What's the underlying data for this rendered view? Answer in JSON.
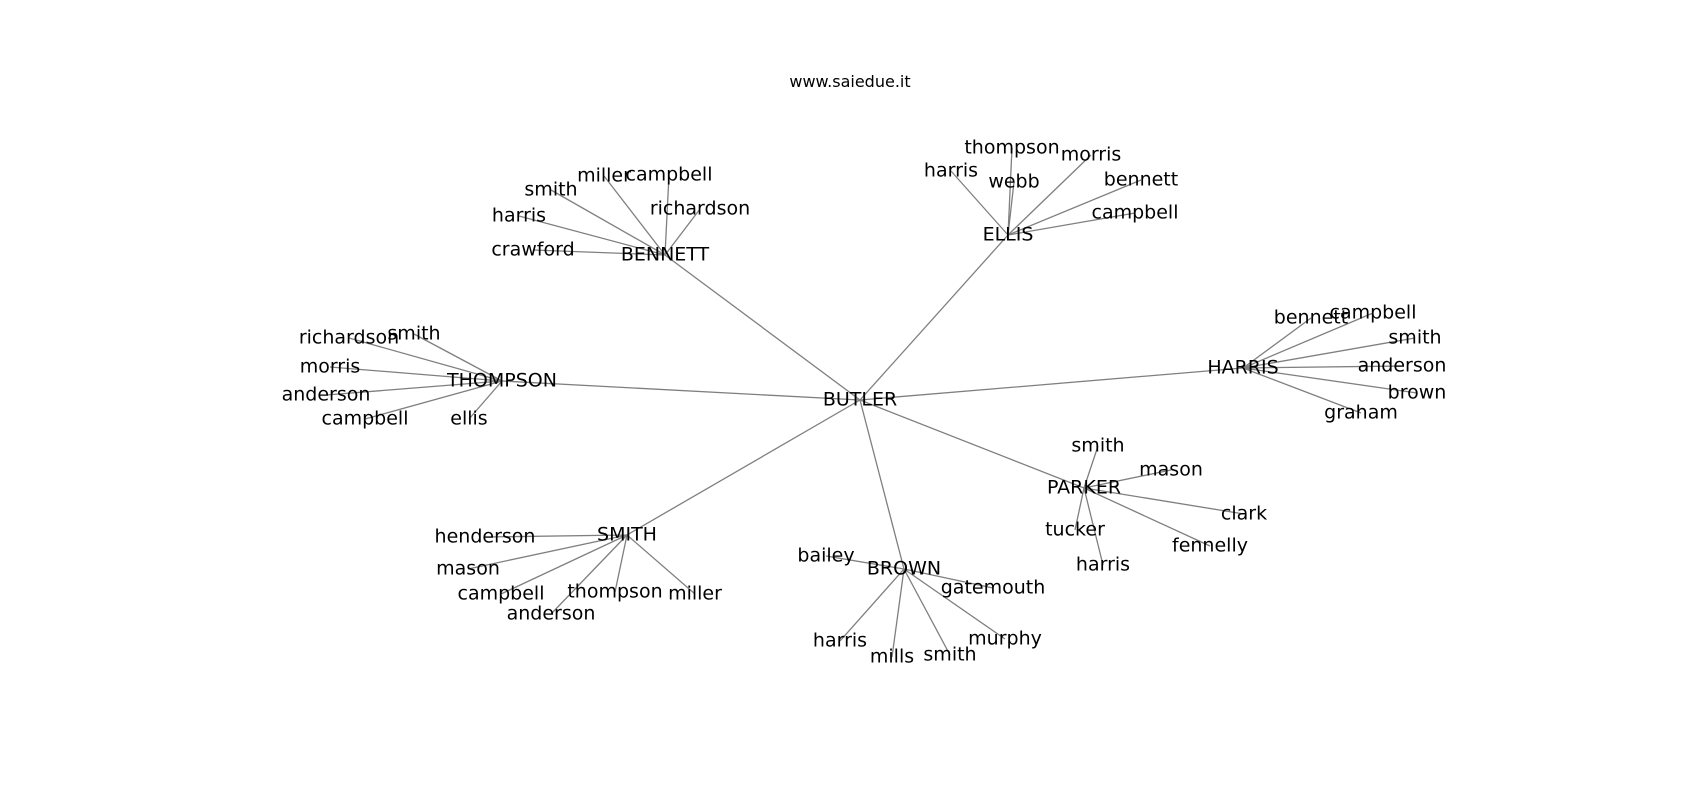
{
  "site": "www.saiedue.it",
  "network": {
    "center": "BUTLER",
    "groups": [
      {
        "hub": "BENNETT",
        "leaves": [
          "crawford",
          "harris",
          "smith",
          "miller",
          "campbell",
          "richardson"
        ]
      },
      {
        "hub": "ELLIS",
        "leaves": [
          "harris",
          "thompson",
          "webb",
          "morris",
          "bennett",
          "campbell"
        ]
      },
      {
        "hub": "THOMPSON",
        "leaves": [
          "richardson",
          "smith",
          "morris",
          "anderson",
          "campbell",
          "ellis"
        ]
      },
      {
        "hub": "HARRIS",
        "leaves": [
          "bennett",
          "campbell",
          "smith",
          "anderson",
          "brown",
          "graham"
        ]
      },
      {
        "hub": "PARKER",
        "leaves": [
          "smith",
          "mason",
          "clark",
          "fennelly",
          "harris",
          "tucker"
        ]
      },
      {
        "hub": "SMITH",
        "leaves": [
          "henderson",
          "mason",
          "campbell",
          "anderson",
          "thompson",
          "miller"
        ]
      },
      {
        "hub": "BROWN",
        "leaves": [
          "bailey",
          "gatemouth",
          "murphy",
          "smith",
          "mills",
          "harris"
        ]
      }
    ]
  }
}
